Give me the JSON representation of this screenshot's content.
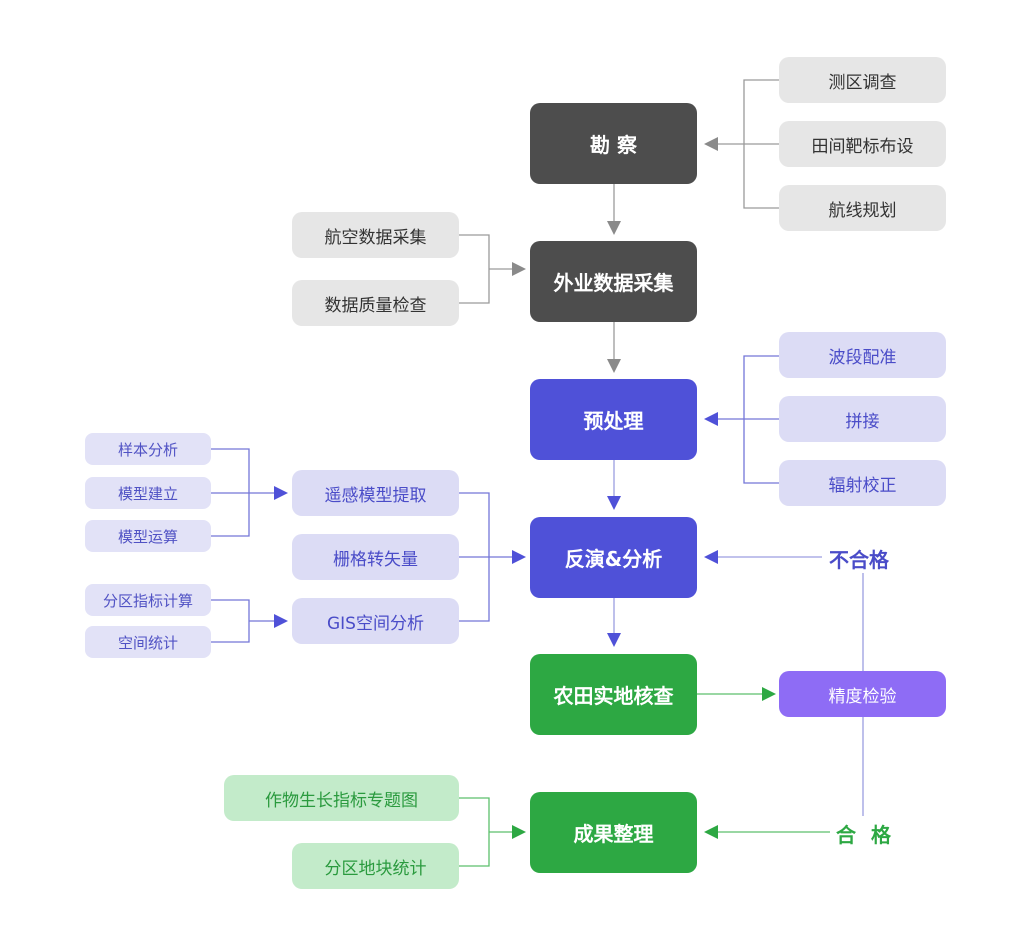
{
  "colors": {
    "dark": "#4d4d4d",
    "blue": "#4f51d8",
    "green": "#2da843",
    "purple": "#8e6cf5",
    "gray_line": "#9a9a9a",
    "blue_line": "#9c9ee0",
    "green_line": "#5cbf6c"
  },
  "main_steps": [
    {
      "id": "survey",
      "label": "勘 察"
    },
    {
      "id": "field_collection",
      "label": "外业数据采集"
    },
    {
      "id": "preprocessing",
      "label": "预处理"
    },
    {
      "id": "inversion",
      "label": "反演&分析"
    },
    {
      "id": "field_check",
      "label": "农田实地核查"
    },
    {
      "id": "results",
      "label": "成果整理"
    }
  ],
  "survey_inputs": [
    "测区调查",
    "田间靶标布设",
    "航线规划"
  ],
  "collection_inputs": [
    "航空数据采集",
    "数据质量检查"
  ],
  "preprocessing_inputs": [
    "波段配准",
    "拼接",
    "辐射校正"
  ],
  "inversion_inputs": [
    "遥感模型提取",
    "栅格转矢量",
    "GIS空间分析"
  ],
  "model_inputs": [
    "样本分析",
    "模型建立",
    "模型运算"
  ],
  "gis_inputs": [
    "分区指标计算",
    "空间统计"
  ],
  "accuracy_check": {
    "label": "精度检验",
    "fail_label": "不合格",
    "pass_label": "合 格"
  },
  "result_inputs": [
    "作物生长指标专题图",
    "分区地块统计"
  ]
}
